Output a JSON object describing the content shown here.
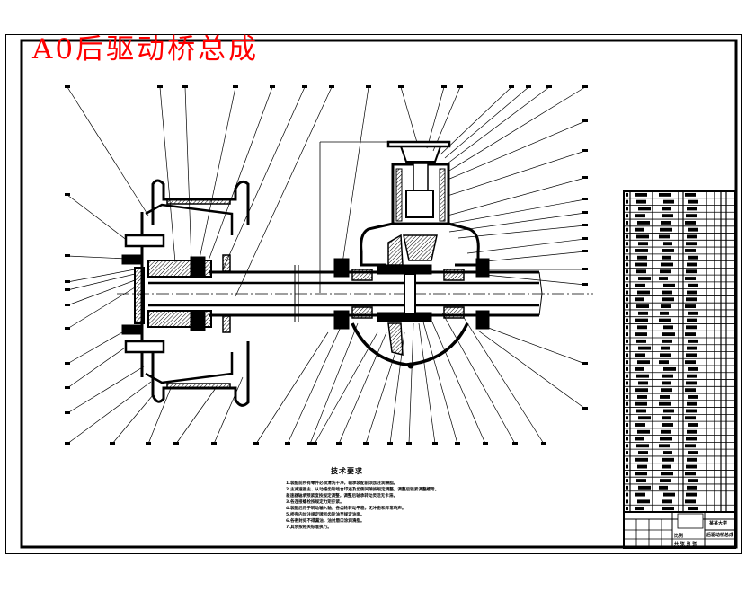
{
  "drawing": {
    "title": "A0后驱动桥总成",
    "title_color": "#ff0000",
    "line_color": "#000000",
    "background": "#ffffff"
  },
  "technical_requirements": {
    "heading": "技术要求",
    "notes": [
      "1.装配前所有零件必须清洗干净，轴承装配前须加注润滑脂。",
      "2.主减速器主、从动锥齿轮啮合印迹及齿侧间隙按规定调整，调整后锁紧调整螺母。",
      "   差速器轴承预紧度按规定调整，调整后轴承转动灵活无卡滞。",
      "3.各连接螺栓按规定力矩拧紧。",
      "4.装配后用手转动输入轴，各齿轮转动平稳，无冲击和异常响声。",
      "5.桥壳内加注规定牌号齿轮油至规定油面。",
      "6.各密封处不得漏油，油封唇口涂润滑脂。",
      "7.其余按相关标准执行。"
    ]
  },
  "parts_list": {
    "row_count": 46,
    "header": [
      "序号",
      "代号",
      "名称",
      "数量",
      "材料",
      "备注"
    ],
    "rows_legible": false
  },
  "title_block": {
    "school": "某某大学",
    "drawing_name": "后驱动桥总成",
    "scale_label": "比例",
    "sheet_label": "共 张 第 张"
  }
}
